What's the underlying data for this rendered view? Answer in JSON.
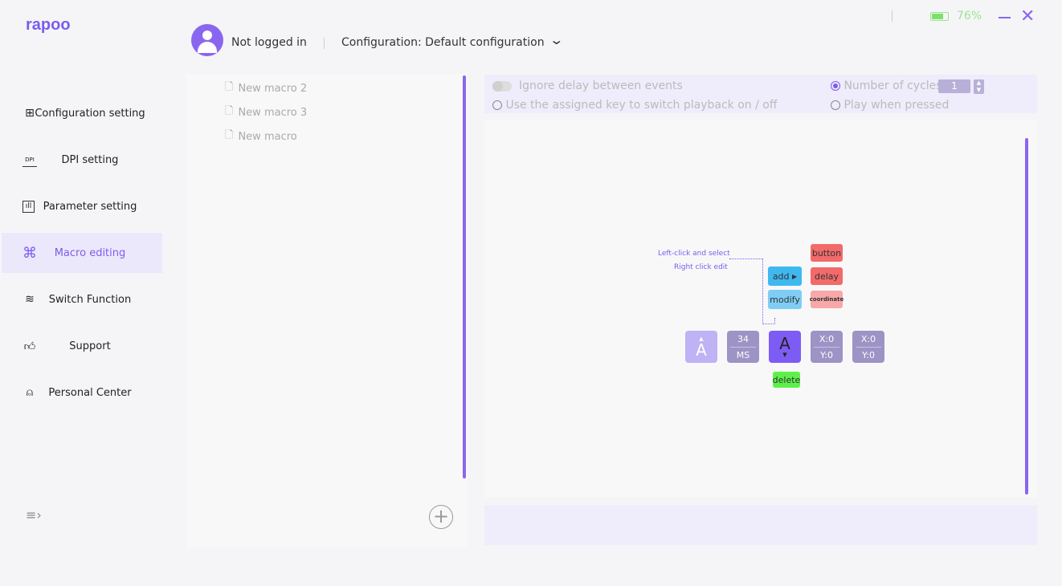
{
  "app": {
    "logo": "rapoo",
    "battery": "76%"
  },
  "header": {
    "user": "Not logged in",
    "configuration": "Configuration: Default configuration"
  },
  "sidebar": {
    "items": [
      {
        "label": "Configuration setting",
        "icon": "grid-icon"
      },
      {
        "label": "DPI setting",
        "icon": "dpi-icon"
      },
      {
        "label": "Parameter setting",
        "icon": "chart-icon"
      },
      {
        "label": "Macro editing",
        "icon": "command-icon"
      },
      {
        "label": "Switch Function",
        "icon": "layers-icon"
      },
      {
        "label": "Support",
        "icon": "thumbs-up-icon"
      },
      {
        "label": "Personal Center",
        "icon": "person-icon"
      }
    ]
  },
  "macros": [
    "New macro 2",
    "New macro 3",
    "New macro"
  ],
  "options": {
    "ignore_delay": "Ignore delay between events",
    "use_key": "Use the assigned key to switch playback on / off",
    "cycles_label": "Number of cycles",
    "cycles_value": "1",
    "play_pressed": "Play when pressed"
  },
  "help": {
    "line1": "Left-click and select",
    "line2": "Right  click edit"
  },
  "menu": {
    "add": "add",
    "modify": "modify",
    "button": "button",
    "delay": "delay",
    "coordinate": "coordinate",
    "delete": "delete"
  },
  "events": {
    "key1": "A",
    "delay_value": "34",
    "delay_unit": "MS",
    "key2": "A",
    "x1": "X:0",
    "y1": "Y:0",
    "x2": "X:0",
    "y2": "Y:0"
  }
}
